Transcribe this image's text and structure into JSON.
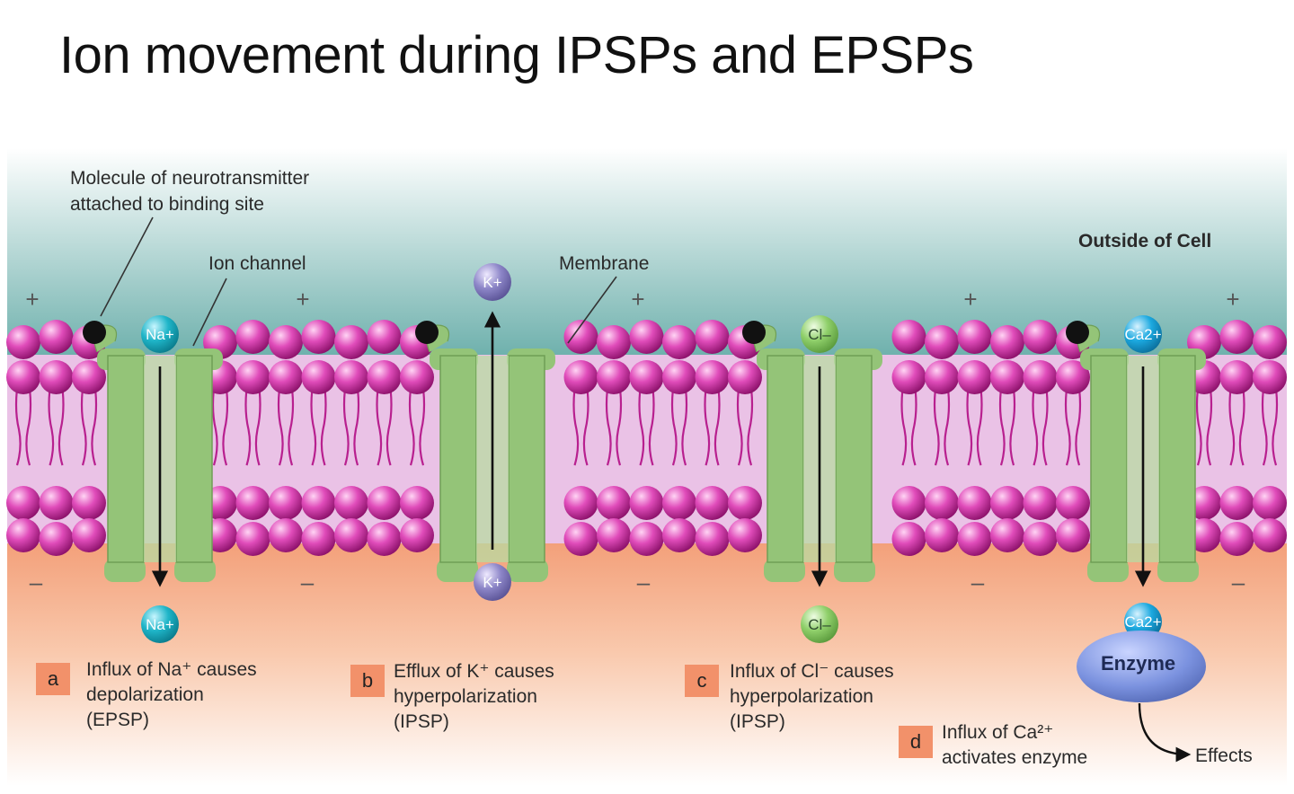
{
  "title": "Ion movement during IPSPs and EPSPs",
  "labels": {
    "neurotransmitter_line1": "Molecule of neurotransmitter",
    "neurotransmitter_line2": "attached to binding site",
    "ion_channel": "Ion channel",
    "membrane": "Membrane",
    "outside": "Outside of Cell",
    "enzyme": "Enzyme",
    "effects": "Effects"
  },
  "signs": {
    "outside": "+",
    "inside": "–"
  },
  "panels": [
    {
      "letter": "a",
      "ion": "Na",
      "ion_charge": "+",
      "direction": "in",
      "color": "#1fb5c8",
      "text": [
        "Influx of Na⁺ causes",
        "depolarization",
        "(EPSP)"
      ]
    },
    {
      "letter": "b",
      "ion": "K",
      "ion_charge": "+",
      "direction": "out",
      "color": "#8d86c8",
      "text": [
        "Efflux of K⁺ causes",
        "hyperpolarization",
        "(IPSP)"
      ]
    },
    {
      "letter": "c",
      "ion": "Cl",
      "ion_charge": "–",
      "direction": "in",
      "color": "#7fbe5a",
      "text": [
        "Influx of Cl⁻ causes",
        "hyperpolarization",
        "(IPSP)"
      ]
    },
    {
      "letter": "d",
      "ion": "Ca",
      "ion_charge": "2+",
      "direction": "in",
      "color": "#1ca9e0",
      "text": [
        "Influx of Ca²⁺",
        "activates enzyme"
      ]
    }
  ],
  "colors": {
    "outside_top": "#ffffff",
    "outside_bottom": "#6fb1ad",
    "inside_top": "#f3a07a",
    "inside_bottom": "#ffffff",
    "membrane_band": "#eac2e6",
    "lipid_head": "#b8208f",
    "channel": "#94c478",
    "channel_dark": "#6f9f55",
    "badge": "#f2916a",
    "enzyme": "#7b92df"
  }
}
